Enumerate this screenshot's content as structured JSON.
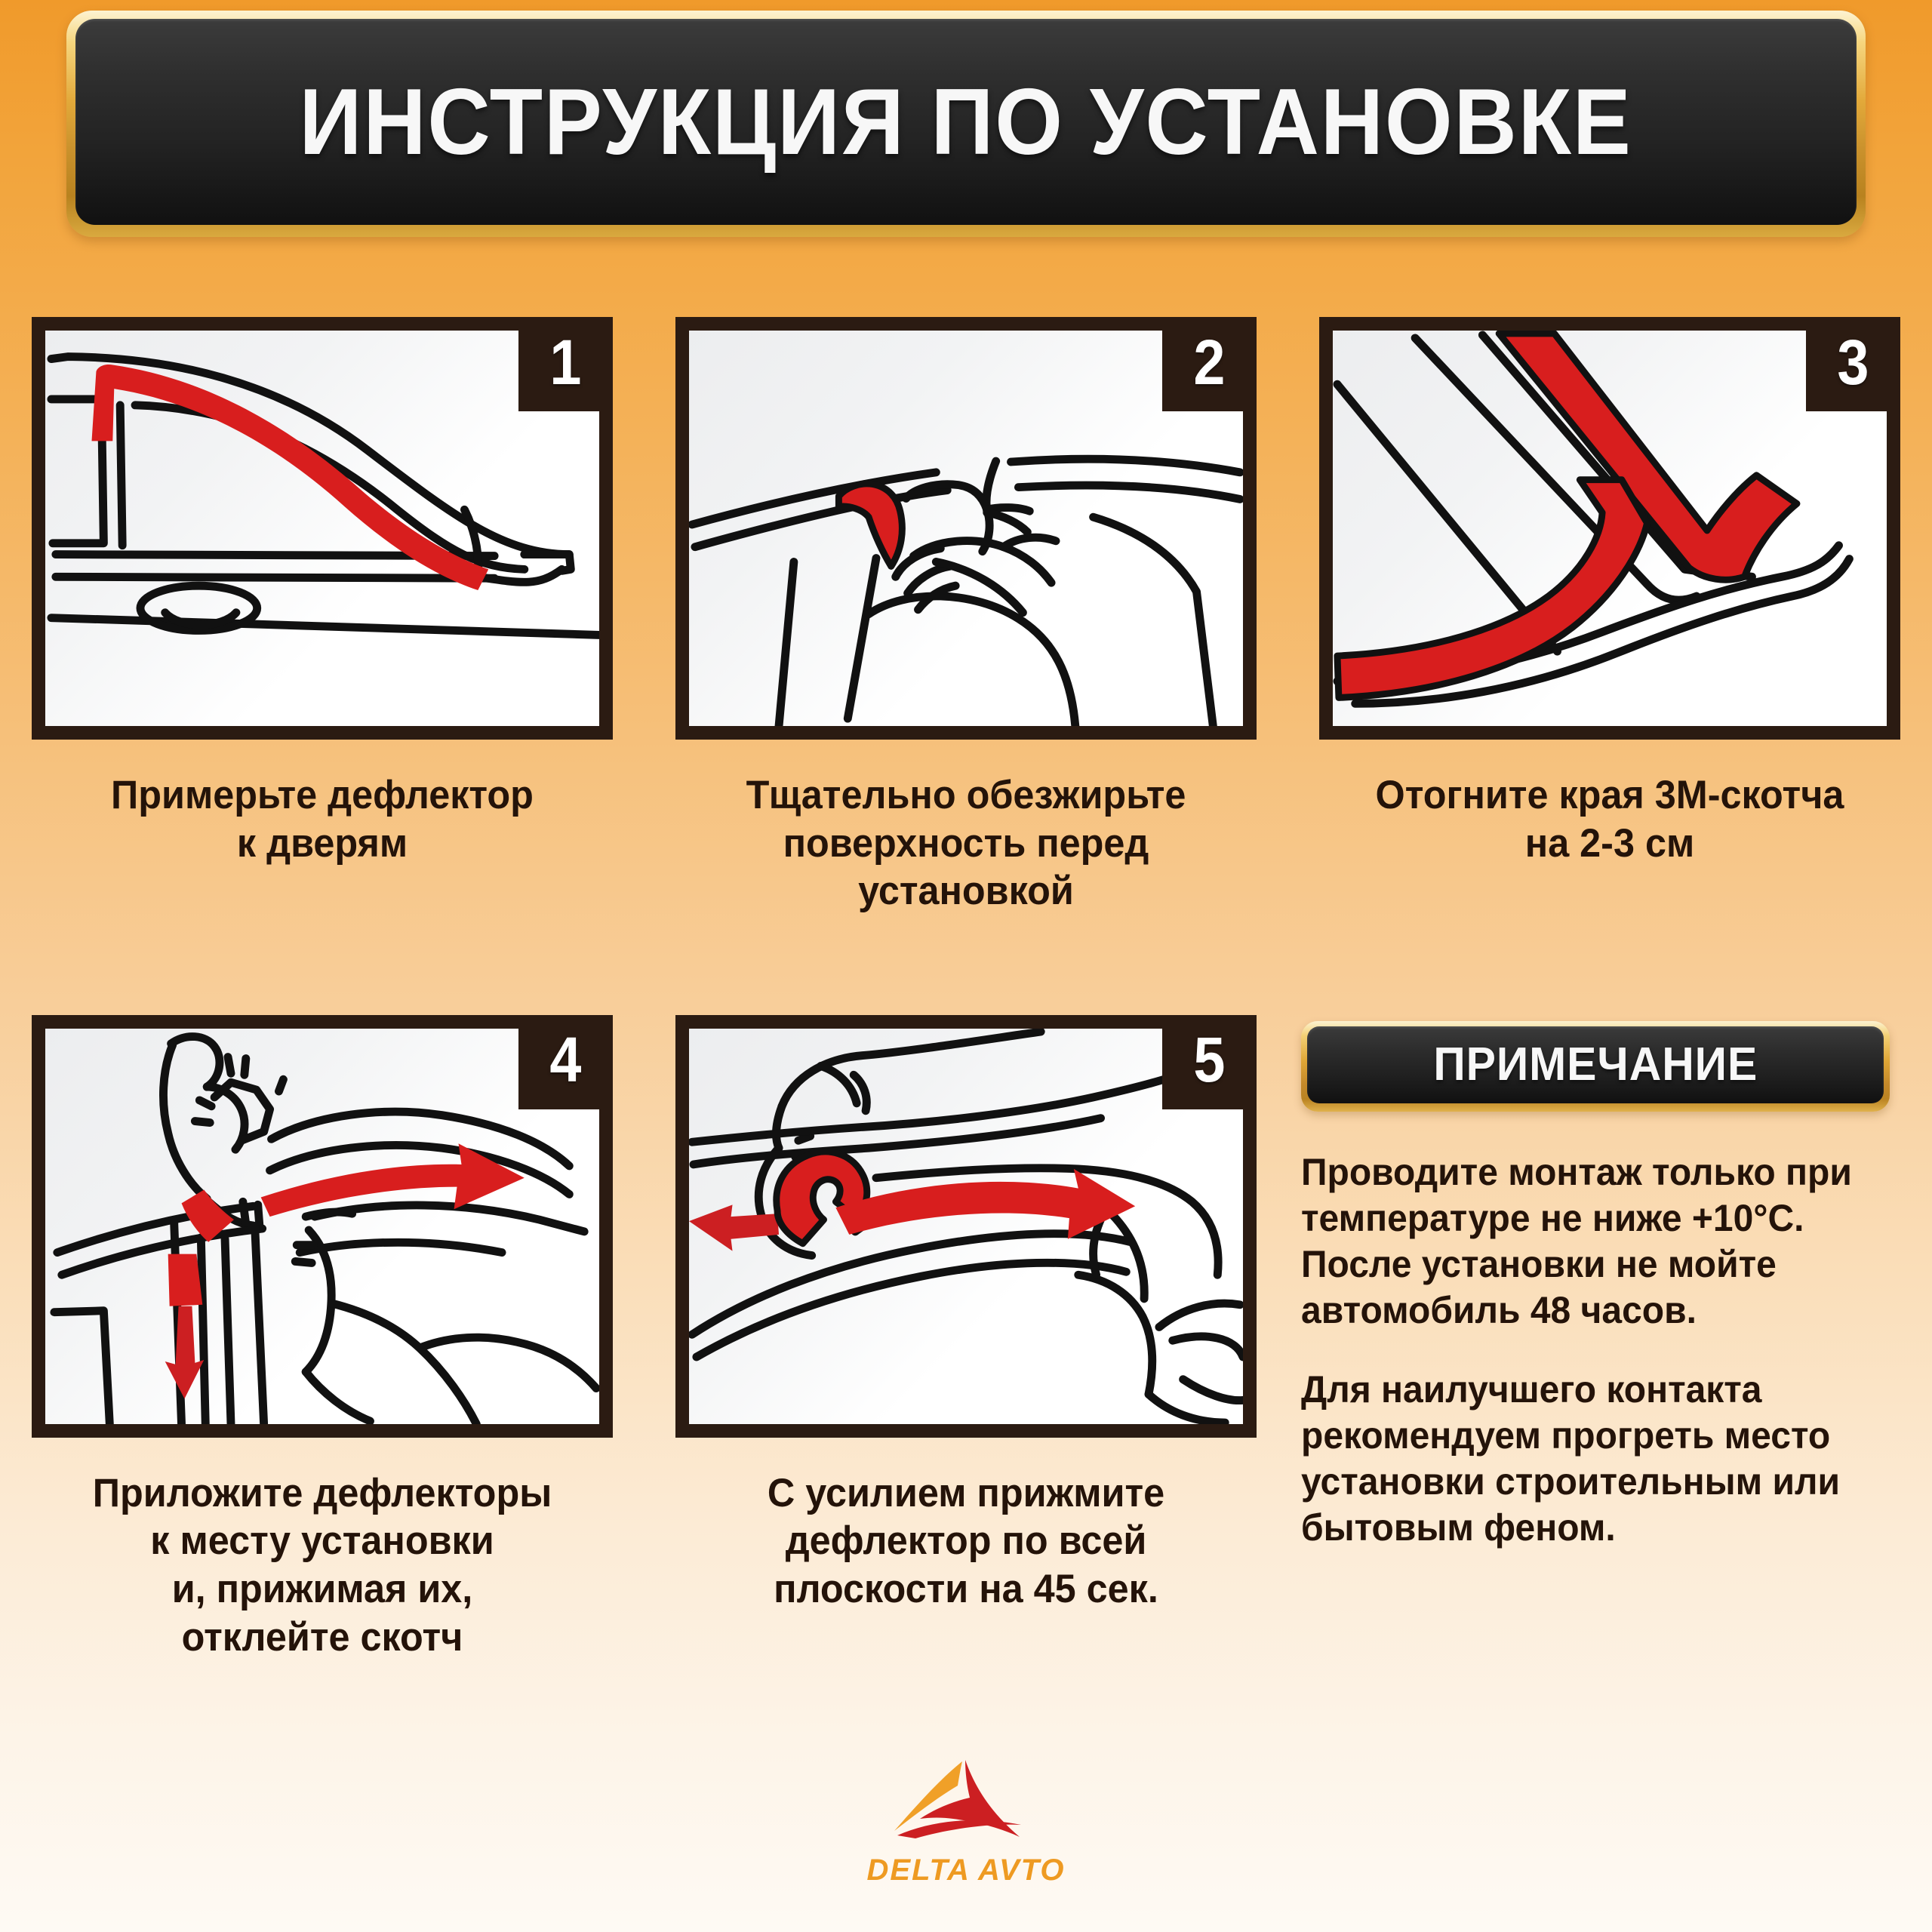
{
  "header": {
    "title": "ИНСТРУКЦИЯ ПО УСТАНОВКЕ"
  },
  "steps": [
    {
      "number": "1",
      "caption": "Примерьте дефлектор\nк дверям",
      "illustration": "car-door-deflector-fit"
    },
    {
      "number": "2",
      "caption": "Тщательно обезжирьте\nповерхность перед\nустановкой",
      "illustration": "hand-wiping-surface-with-cloth"
    },
    {
      "number": "3",
      "caption": "Отогните края 3М-скотча\nна 2-3 см",
      "illustration": "peeling-tape-liner-edges"
    },
    {
      "number": "4",
      "caption": "Приложите дефлекторы\nк месту установки\nи, прижимая их,\nотклейте скотч",
      "illustration": "hand-applying-deflector-pulling-tape"
    },
    {
      "number": "5",
      "caption": "С усилием прижмите\nдефлектор по всей\nплоскости на 45 сек.",
      "illustration": "hand-pressing-deflector-along-length"
    }
  ],
  "note": {
    "title": "ПРИМЕЧАНИЕ",
    "paragraphs": [
      "Проводите монтаж только при температуре не ниже +10°C. После установки не мойте автомобиль 48 часов.",
      "Для наилучшего контакта рекомендуем прогреть место установки строительным или бытовым феном."
    ]
  },
  "logo": {
    "name": "DELTA AVTO",
    "mark": "delta-arrow-logo-icon"
  },
  "colors": {
    "accent_orange": "#F09A2B",
    "gold": "#E2A93A",
    "dark_panel": "#2B1B12",
    "red": "#D81E1E",
    "text_dark": "#241309",
    "logo_orange": "#EE9A22",
    "logo_red": "#CC1F22"
  }
}
